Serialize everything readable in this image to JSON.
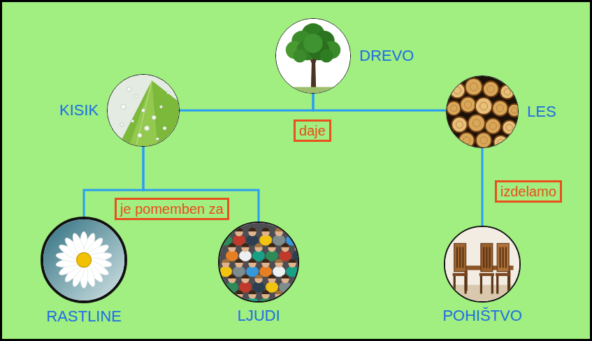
{
  "diagram": {
    "nodes": [
      {
        "text": [
          "DREVO"
        ]
      },
      {
        "text": [
          "KISIK"
        ]
      },
      {
        "text": [
          "LES"
        ]
      },
      {
        "text": [
          "RASTLINE"
        ]
      },
      {
        "text": [
          "LJUDI"
        ]
      },
      {
        "text": [
          "POHIŠTVO"
        ]
      }
    ],
    "edges": [
      {
        "from": 0,
        "to": 1,
        "arrow": "none",
        "label": "daje"
      },
      {
        "from": 0,
        "to": 2,
        "arrow": "none"
      },
      {
        "from": 1,
        "to": 3,
        "arrow": "none",
        "label": "je pomemben za"
      },
      {
        "from": 1,
        "to": 4,
        "arrow": "none"
      },
      {
        "from": 2,
        "to": 5,
        "arrow": "none",
        "label": "izdelamo"
      }
    ]
  }
}
